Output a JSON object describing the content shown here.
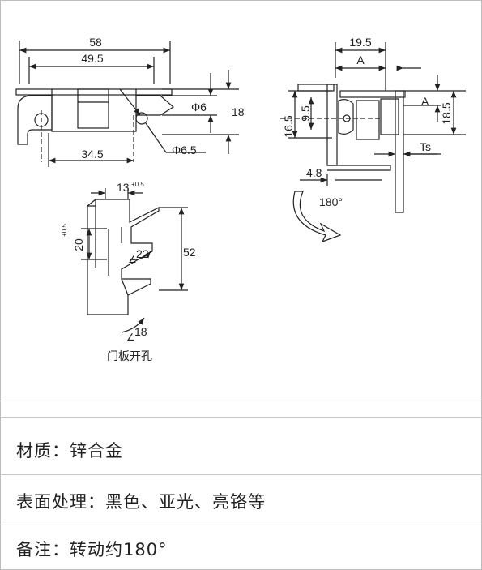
{
  "drawing": {
    "front_view": {
      "dim_width": "58",
      "dim_inner": "49.5",
      "dim_bottom": "34.5",
      "dim_phi6": "Φ6",
      "dim_height": "18",
      "dim_phi65": "Φ6.5"
    },
    "side_view": {
      "dim_top": "19.5",
      "dim_a1": "A",
      "dim_a2": "A",
      "dim_165": "16.5",
      "dim_95": "9.5",
      "dim_185": "18.5",
      "dim_ts": "Ts",
      "dim_48": "4.8",
      "rotation": "180°"
    },
    "cutout": {
      "dim_13": "13",
      "dim_13_tol": "+0.5",
      "dim_20": "20",
      "dim_20_tol": "+0.5",
      "dim_22": "22",
      "dim_52": "52",
      "dim_18": "18",
      "caption": "门板开孔"
    }
  },
  "specs": {
    "material": "材质：锌合金",
    "finish": "表面处理：黑色、亚光、亮铬等",
    "note": "备注：转动约180°"
  }
}
